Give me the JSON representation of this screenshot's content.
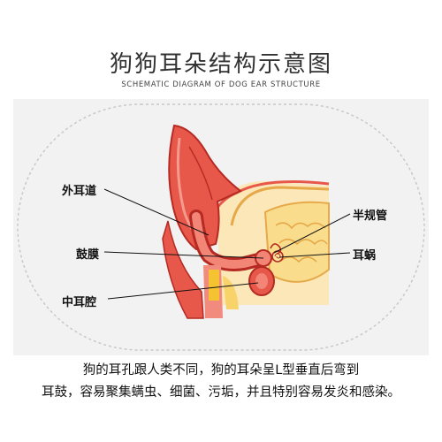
{
  "header": {
    "title": "狗狗耳朵结构示意图",
    "subtitle": "SCHEMATIC DIAGRAM OF DOG EAR STRUCTURE"
  },
  "labels": {
    "outer_ear_canal": "外耳道",
    "eardrum": "鼓膜",
    "middle_ear": "中耳腔",
    "semicircular_canal": "半规管",
    "cochlea": "耳蜗"
  },
  "caption": {
    "line1": "狗的耳孔跟人类不同，狗的耳朵呈L型垂直后弯到",
    "line2": "耳鼓，容易聚集螨虫、细菌、污垢，并且特别容易发炎和感染。"
  },
  "colors": {
    "ear_red": "#e8584a",
    "ear_dark": "#b52a22",
    "bone": "#f5c232",
    "bone_light": "#fae39a",
    "panel": "#f2f2f2"
  }
}
